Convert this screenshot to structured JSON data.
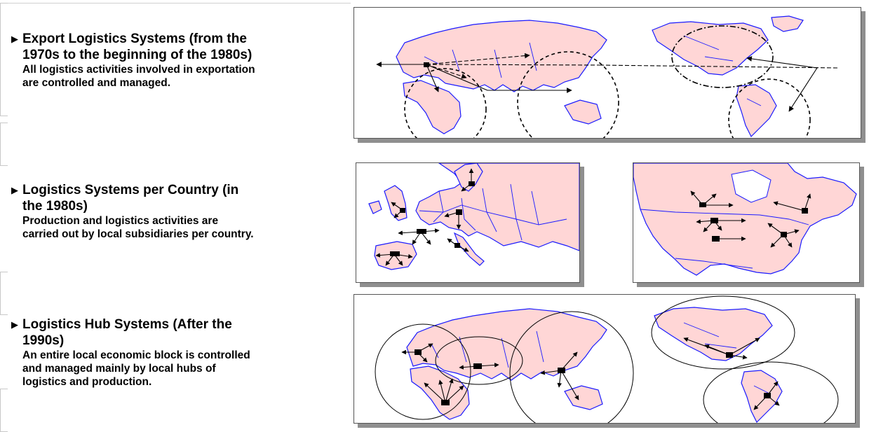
{
  "sections": [
    {
      "heading": "Export Logistics Systems (from the\n1970s to the beginning of the 1980s)",
      "description": "All logistics activities involved in exportation\nare controlled and managed."
    },
    {
      "heading": "Logistics Systems per Country (in\nthe 1980s)",
      "description": "Production and logistics activities are\ncarried out by local subsidiaries per country."
    },
    {
      "heading": "Logistics Hub Systems (After the\n1990s)",
      "description": "An entire local economic block is controlled\nand managed mainly by local hubs of\nlogistics and production."
    }
  ],
  "icons": {
    "bullet": "triangle-right-icon"
  },
  "colors": {
    "land_fill": "#ffd6d6",
    "coastline": "#1a1aff",
    "arrow": "#000000",
    "panel_shadow": "#8f8f8f"
  }
}
